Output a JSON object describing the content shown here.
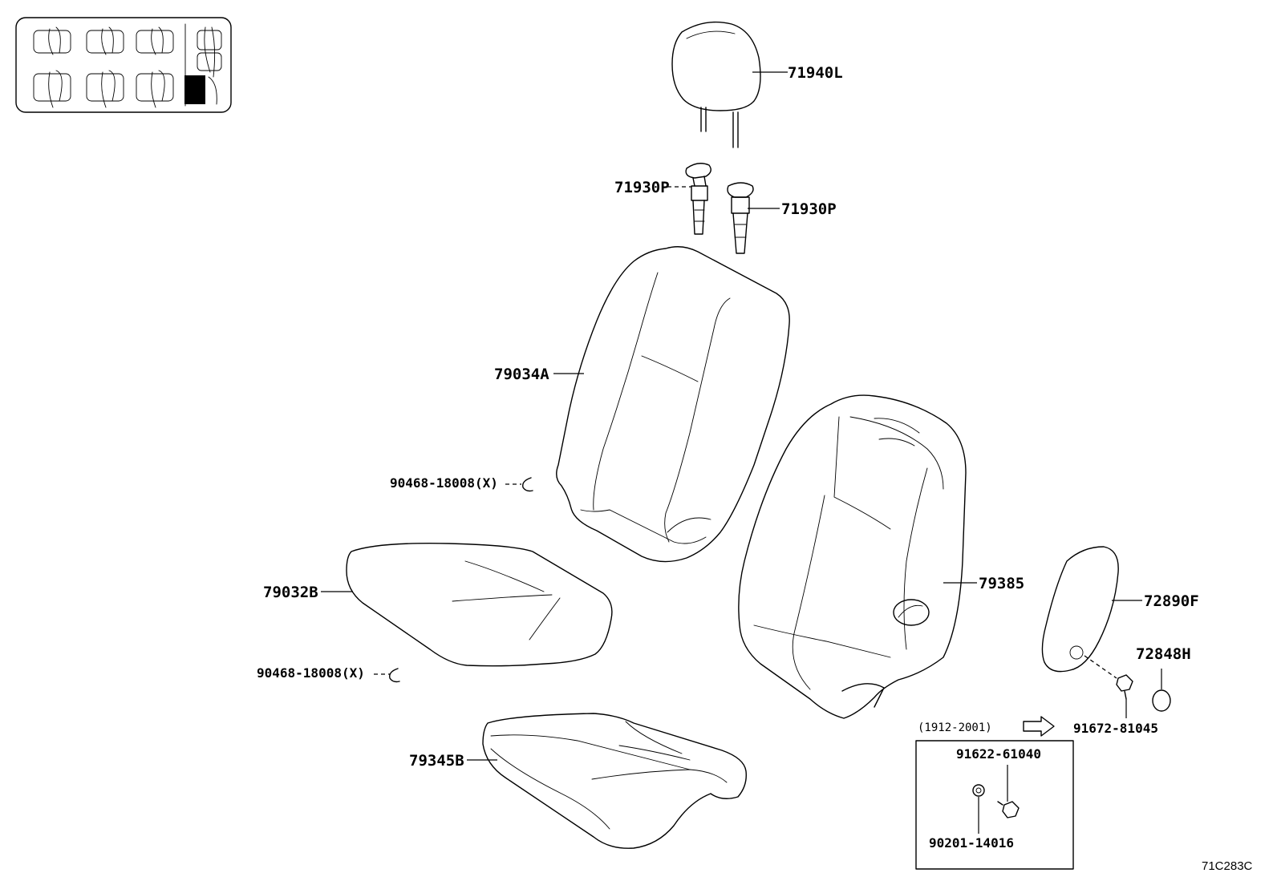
{
  "diagram_code": "71C283C",
  "production_note": "(1912-2001)",
  "parts": {
    "headrest": "71940L",
    "guide_left": "71930P",
    "guide_right": "71930P",
    "back_cover": "79034A",
    "hog_ring_back": "90468-18008(X)",
    "cushion_cover": "79032B",
    "hog_ring_cushion": "90468-18008(X)",
    "cushion_pad": "79345B",
    "back_frame_pad": "79385",
    "armrest": "72890F",
    "armrest_cap": "72848H",
    "armrest_bolt": "91672-81045",
    "inset_bolt": "91622-61040",
    "inset_washer": "90201-14016"
  }
}
